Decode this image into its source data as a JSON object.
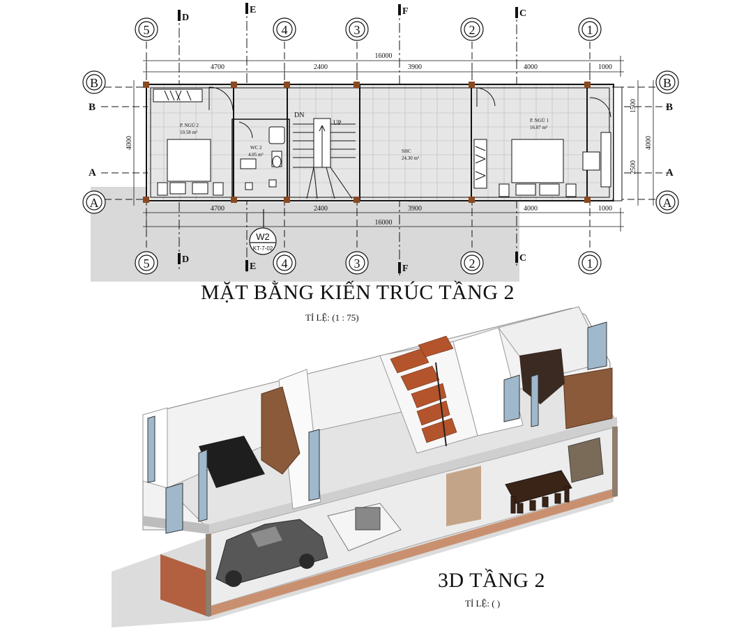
{
  "plan": {
    "title": "MẶT BẰNG KIẾN TRÚC TẦNG 2",
    "scale": "TỈ LỆ: (1 : 75)",
    "grid_bubbles": [
      "5",
      "4",
      "3",
      "2",
      "1"
    ],
    "row_bubbles": [
      "B",
      "A"
    ],
    "section_marks": [
      "D",
      "E",
      "F",
      "C"
    ],
    "axis_letters": [
      "B",
      "A"
    ],
    "dim_total": "16000",
    "dims": [
      "4700",
      "2400",
      "3900",
      "4000",
      "1000"
    ],
    "dim_side_total": "4000",
    "dim_side_parts": [
      "1500",
      "2500"
    ],
    "rooms": [
      {
        "name": "P. NGỦ 2",
        "area": "10.58 m²"
      },
      {
        "name": "WC 2",
        "area": "4.05 m²"
      },
      {
        "name": "SHC",
        "area": "24.30 m²"
      },
      {
        "name": "P. NGỦ 1",
        "area": "16.07 m²"
      }
    ],
    "stair_labels": [
      "DN",
      "UP"
    ],
    "callout": {
      "id": "W2",
      "ref": "KT-7-02"
    }
  },
  "view3d": {
    "title": "3D TẦNG 2",
    "scale": "TỈ LỆ: ( )"
  },
  "colors": {
    "line": "#111111",
    "column": "#8a4a22",
    "floor": "#e6e6e6",
    "stair_wood": "#b4542c",
    "cabinet": "#8a5a3a",
    "glass": "#9fb8cc"
  }
}
